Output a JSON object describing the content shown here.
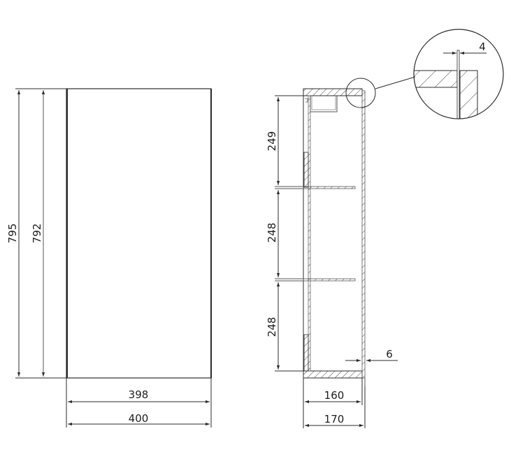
{
  "drawing": {
    "colors": {
      "line": "#2b2b2b",
      "thin": "#555555",
      "hatch": "#444444",
      "background": "#ffffff"
    },
    "front_view": {
      "height_outer": "795",
      "height_inner": "792",
      "width_inner": "398",
      "width_outer": "400"
    },
    "side_section": {
      "shelf_spacing_top": "249",
      "shelf_spacing_middle": "248",
      "shelf_spacing_bottom": "248",
      "back_panel_thickness": "6",
      "depth_inner": "160",
      "depth_outer": "170"
    },
    "detail_view": {
      "gap": "4"
    }
  }
}
